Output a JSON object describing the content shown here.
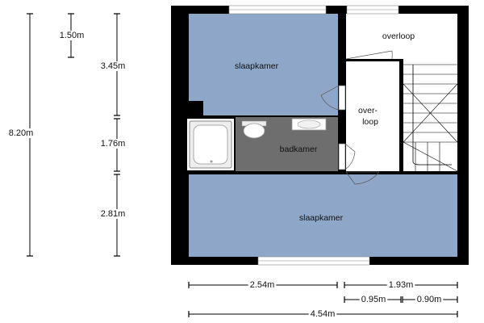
{
  "rooms": {
    "bedroom_top": "slaapkamer",
    "landing_top": "overloop",
    "landing_mid_1": "over-",
    "landing_mid_2": "loop",
    "bathroom": "badkamer",
    "bedroom_bottom": "slaapkamer"
  },
  "dimensions": {
    "total_height": "8.20m",
    "seg_1": "1.50m",
    "seg_2": "3.45m",
    "seg_3": "1.76m",
    "seg_4": "2.81m",
    "width_left": "2.54m",
    "width_right": "1.93m",
    "width_a": "0.95m",
    "width_b": "0.90m",
    "total_width": "4.54m"
  },
  "colors": {
    "bedroom": "#8ea6c8",
    "bathroom": "#6e6e6e",
    "wall": "#000000",
    "landing": "#ffffff"
  }
}
